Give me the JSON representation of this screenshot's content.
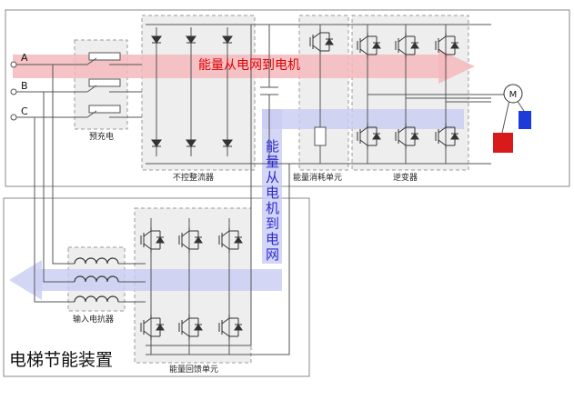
{
  "labels": {
    "phase_a": "A",
    "phase_b": "B",
    "phase_c": "C",
    "precharge": "预充电",
    "rectifier": "不控整流器",
    "dissipation": "能量消耗单元",
    "inverter": "逆变器",
    "reactor": "输入电抗器",
    "feedback": "能量回馈单元",
    "motor": "M",
    "system_title": "电梯节能装置"
  },
  "flows": {
    "to_motor": "能量从电网到电机",
    "to_grid": [
      "能",
      "量",
      "从",
      "电",
      "机",
      "到",
      "电",
      "网"
    ]
  },
  "colors": {
    "red_flow": "#f5b8bd",
    "blue_flow": "#c9ccf4",
    "red_text": "#e00000",
    "blue_text": "#2a2ad0",
    "load_red": "#d81a1a",
    "load_blue": "#1d3bd6"
  }
}
